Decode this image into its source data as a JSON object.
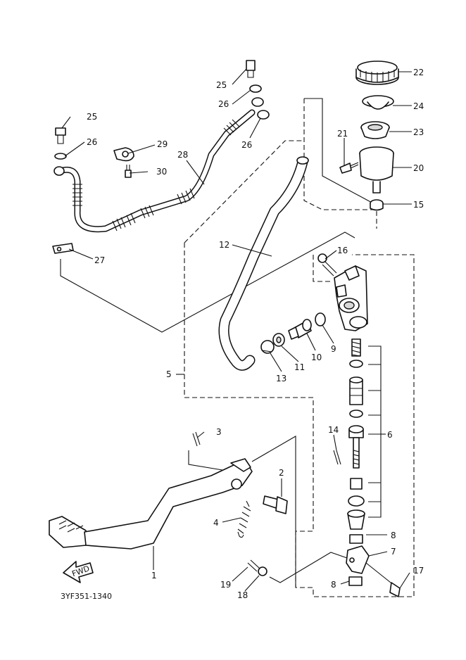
{
  "diagram": {
    "diagram_code": "3YF351-1340",
    "fwd_label": "FWD",
    "callouts": [
      {
        "id": "c22",
        "text": "22"
      },
      {
        "id": "c24",
        "text": "24"
      },
      {
        "id": "c23",
        "text": "23"
      },
      {
        "id": "c21",
        "text": "21"
      },
      {
        "id": "c20",
        "text": "20"
      },
      {
        "id": "c15",
        "text": "15"
      },
      {
        "id": "c25a",
        "text": "25"
      },
      {
        "id": "c26a",
        "text": "26"
      },
      {
        "id": "c26b",
        "text": "26"
      },
      {
        "id": "c25b",
        "text": "25"
      },
      {
        "id": "c26c",
        "text": "26"
      },
      {
        "id": "c29",
        "text": "29"
      },
      {
        "id": "c28",
        "text": "28"
      },
      {
        "id": "c30",
        "text": "30"
      },
      {
        "id": "c27",
        "text": "27"
      },
      {
        "id": "c12",
        "text": "12"
      },
      {
        "id": "c16",
        "text": "16"
      },
      {
        "id": "c5",
        "text": "5"
      },
      {
        "id": "c9",
        "text": "9"
      },
      {
        "id": "c10",
        "text": "10"
      },
      {
        "id": "c11",
        "text": "11"
      },
      {
        "id": "c13",
        "text": "13"
      },
      {
        "id": "c6",
        "text": "6"
      },
      {
        "id": "c14",
        "text": "14"
      },
      {
        "id": "c3",
        "text": "3"
      },
      {
        "id": "c2",
        "text": "2"
      },
      {
        "id": "c4",
        "text": "4"
      },
      {
        "id": "c1",
        "text": "1"
      },
      {
        "id": "c8a",
        "text": "8"
      },
      {
        "id": "c7",
        "text": "7"
      },
      {
        "id": "c17",
        "text": "17"
      },
      {
        "id": "c8b",
        "text": "8"
      },
      {
        "id": "c19",
        "text": "19"
      },
      {
        "id": "c18",
        "text": "18"
      }
    ]
  }
}
